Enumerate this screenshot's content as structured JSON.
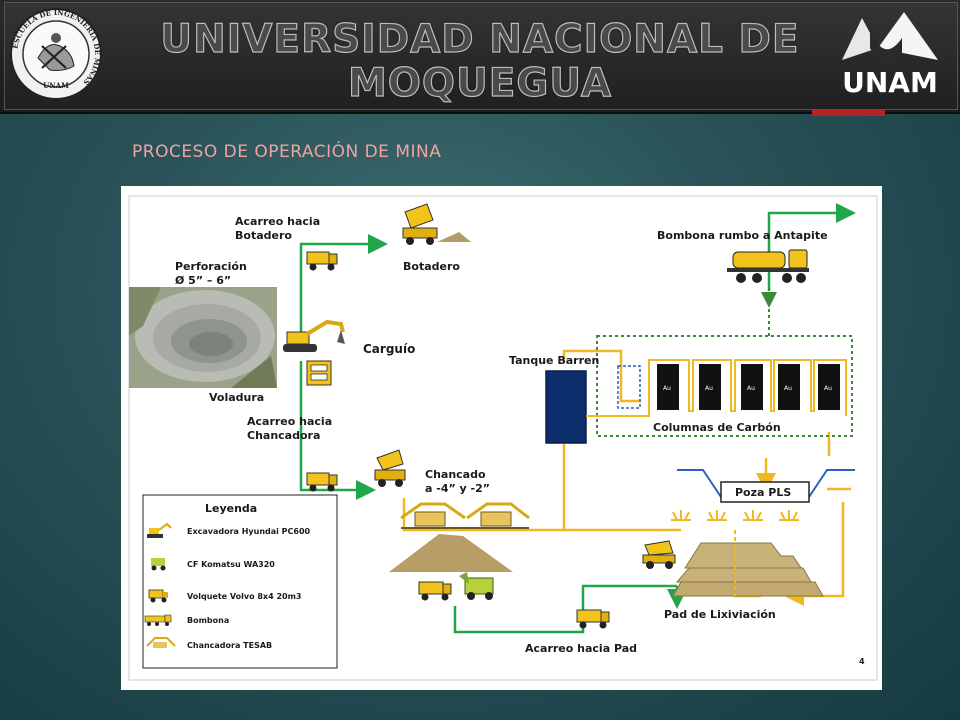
{
  "header": {
    "title_line1": "UNIVERSIDAD NACIONAL DE",
    "title_line2": "MOQUEGUA",
    "logo_text": "UNAM",
    "seal_ring_text": "ESCUELA DE INGENIERÍA DE MINAS",
    "seal_bottom_text": "UNAM"
  },
  "subtitle": "PROCESO DE OPERACIÓN DE MINA",
  "diagram": {
    "acarreo_botadero": [
      "Acarreo hacia",
      "Botadero"
    ],
    "botadero": "Botadero",
    "perforacion": [
      "Perforación",
      "Ø 5” – 6”"
    ],
    "carguio": "Carguío",
    "voladura": "Voladura",
    "acarreo_chancadora": [
      "Acarreo hacia",
      "Chancadora"
    ],
    "chancado": [
      "Chancado",
      "a -4” y -2”"
    ],
    "bombona_antapite": "Bombona rumbo a Antapite",
    "tanque_barren": "Tanque Barren",
    "columnas_carbon": "Columnas de Carbón",
    "au_label": "Au",
    "poza_pls": "Poza PLS",
    "pad_lixiviacion": "Pad de Lixiviación",
    "acarreo_pad": "Acarreo hacia Pad",
    "page_number": "4",
    "legend": {
      "title": "Leyenda",
      "items": [
        {
          "label": "Excavadora Hyundai PC600",
          "icon": "excavator-icon"
        },
        {
          "label": "CF Komatsu WA320",
          "icon": "loader-icon"
        },
        {
          "label": "Volquete Volvo 8x4 20m3",
          "icon": "dump-truck-icon"
        },
        {
          "label": "Bombona",
          "icon": "tanker-icon"
        },
        {
          "label": "Chancadora  TESAB",
          "icon": "crusher-icon"
        }
      ]
    }
  },
  "colors": {
    "green_flow": "#21a64a",
    "yellow_flow": "#f2b822",
    "tank": "#0c2d6b",
    "column": "#111111",
    "subtitle": "#f0a2a2",
    "accent_red": "#b52424"
  }
}
